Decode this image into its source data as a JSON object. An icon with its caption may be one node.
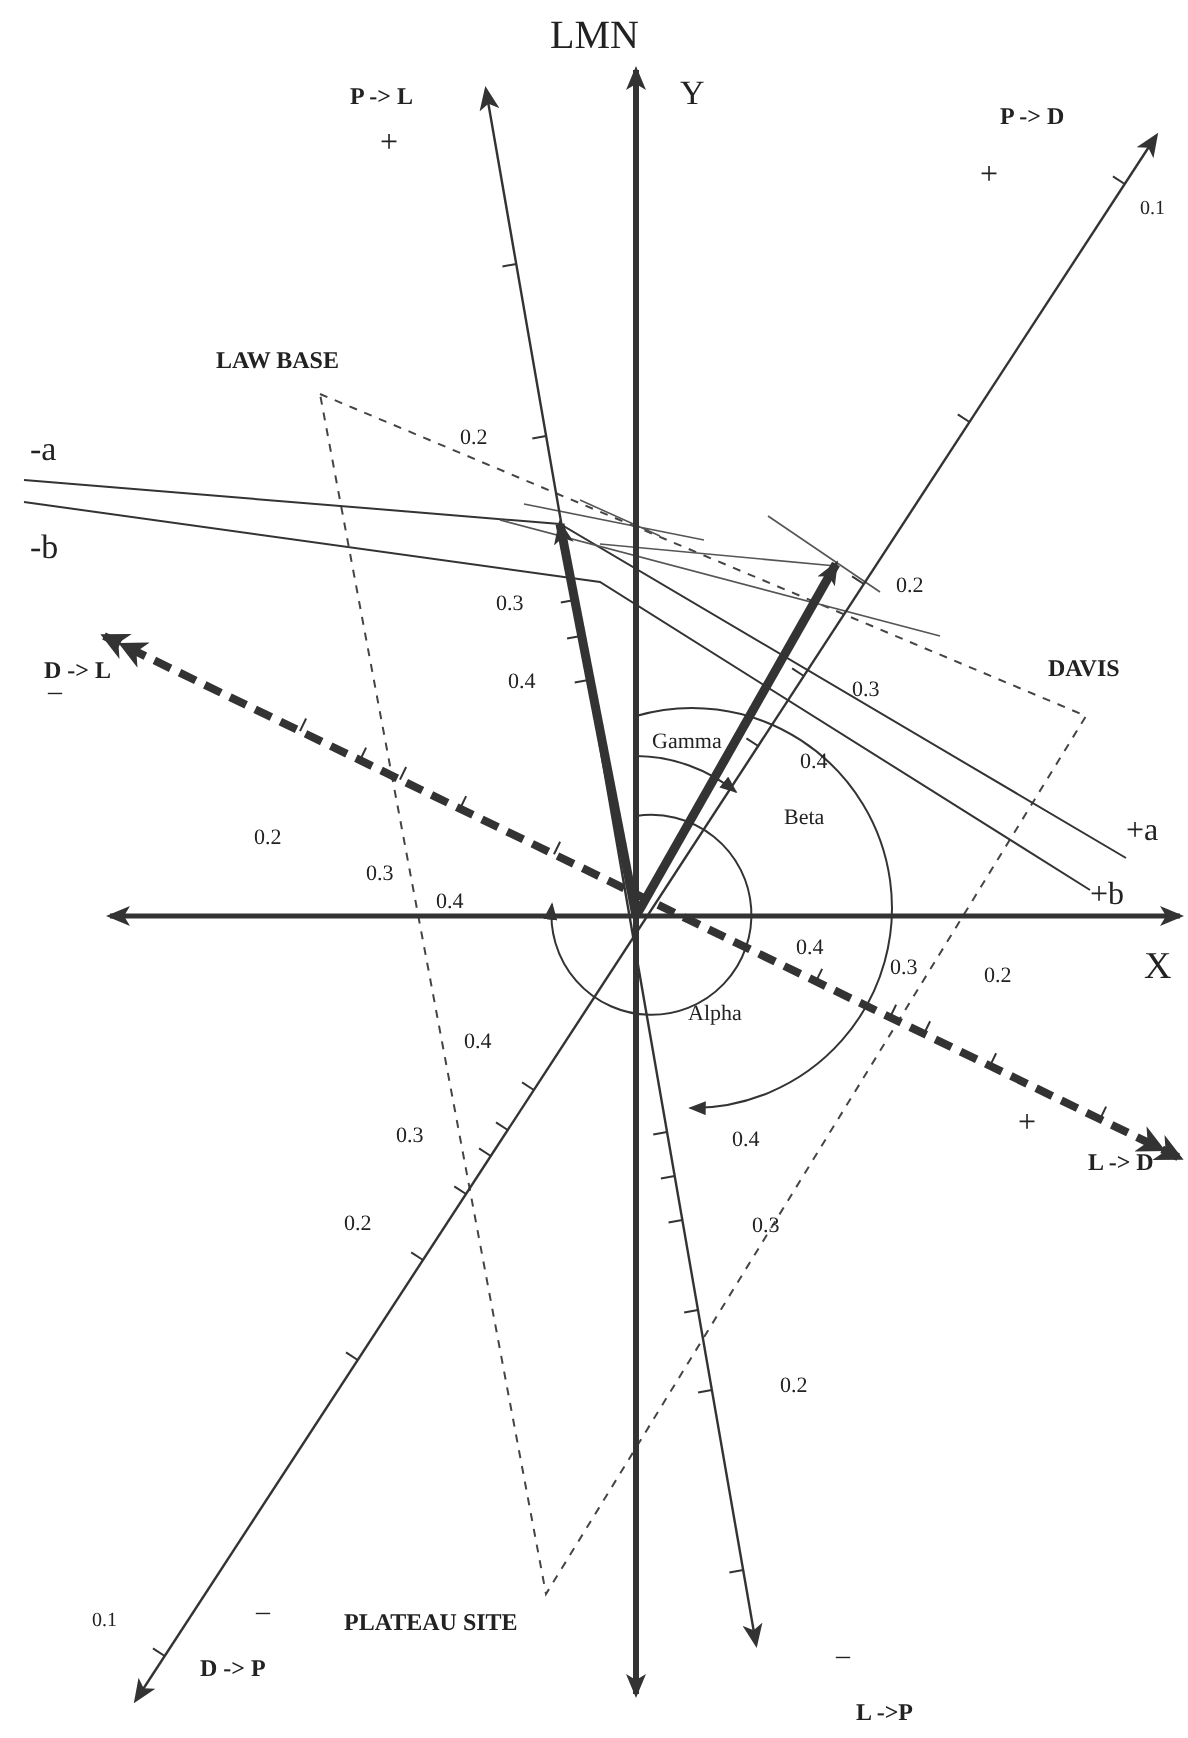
{
  "diagram": {
    "labels": [
      "LMN",
      "Y",
      "P -> L",
      "+",
      "P -> D",
      "+",
      "0.1",
      "LAW BASE",
      "0.2",
      "-a",
      "-b",
      "0.2",
      "0.3",
      "DAVIS",
      "0.4",
      "D -> L",
      "–",
      "0.3",
      "Gamma",
      "0.4",
      "Beta",
      "0.2",
      "+a",
      "0.3",
      "0.4",
      "+b",
      "X",
      "0.4",
      "0.3",
      "0.2",
      "Alpha",
      "0.4",
      "+",
      "L -> D",
      "0.4",
      "0.3",
      "0.3",
      "0.2",
      "0.2",
      "0.1",
      "–",
      "PLATEAU SITE",
      "D -> P",
      "–",
      "L ->P"
    ]
  }
}
